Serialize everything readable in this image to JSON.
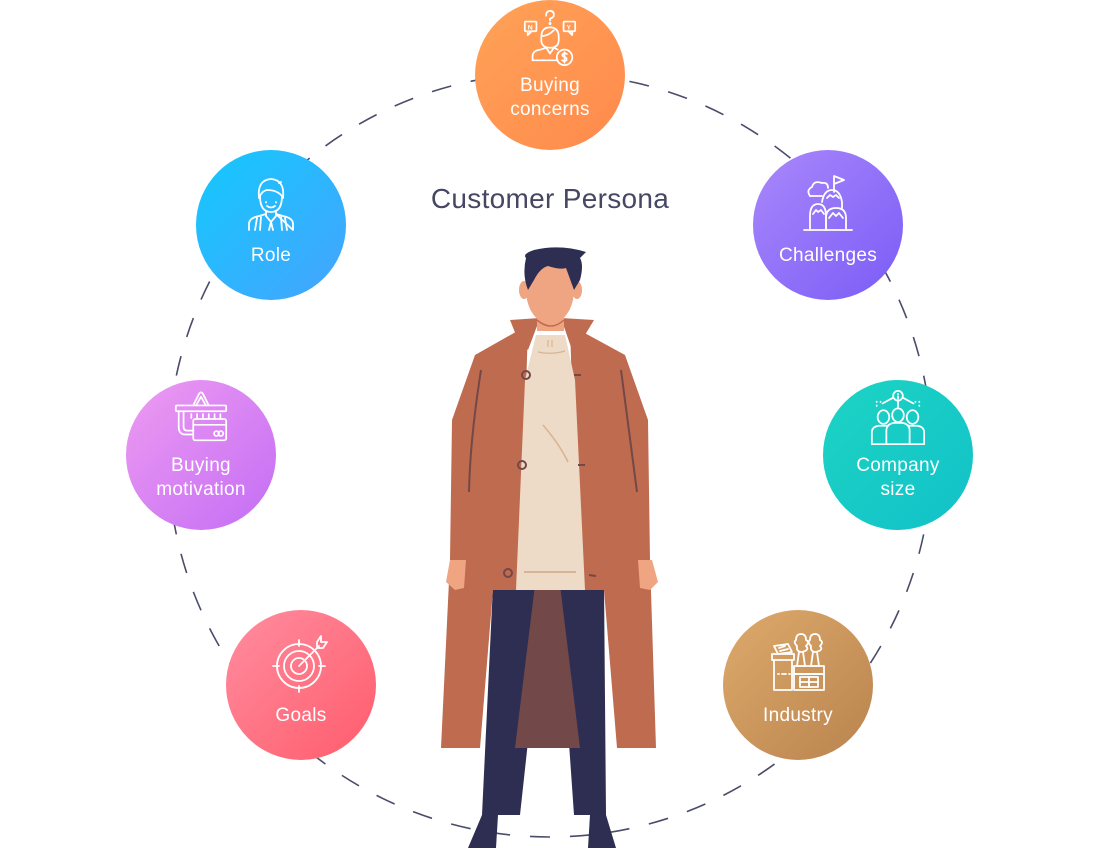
{
  "diagram": {
    "title": "Customer Persona",
    "center_figure": "person-in-long-coat",
    "colors": {
      "title_text": "#454763",
      "connector": "#4a4c6a",
      "coat": "#bf6b4f",
      "coat_lining": "#734848",
      "shirt": "#eedbc7",
      "skin": "#efa482",
      "hair_and_pants": "#2e2e52"
    },
    "nodes": [
      {
        "id": "buying-concerns",
        "label": "Buying concerns",
        "label_lines": [
          "Buying",
          "concerns"
        ],
        "icon": "buyer-question-dollar-icon",
        "color_from": "#ffa257",
        "color_to": "#ff8a4c"
      },
      {
        "id": "role",
        "label": "Role",
        "label_lines": [
          "Role"
        ],
        "icon": "person-bust-icon",
        "color_from": "#13c9fd",
        "color_to": "#46a3fe"
      },
      {
        "id": "challenges",
        "label": "Challenges",
        "label_lines": [
          "Challenges"
        ],
        "icon": "mountain-flag-icon",
        "color_from": "#aa88fb",
        "color_to": "#7a5cf6"
      },
      {
        "id": "buying-motivation",
        "label": "Buying motivation",
        "label_lines": [
          "Buying",
          "motivation"
        ],
        "icon": "basket-credit-card-icon",
        "color_from": "#ee9bf2",
        "color_to": "#c36df4"
      },
      {
        "id": "company-size",
        "label": "Company size",
        "label_lines": [
          "Company",
          "size"
        ],
        "icon": "team-group-icon",
        "color_from": "#1dd4c3",
        "color_to": "#12c1c9"
      },
      {
        "id": "goals",
        "label": "Goals",
        "label_lines": [
          "Goals"
        ],
        "icon": "target-arrow-icon",
        "color_from": "#ff8da0",
        "color_to": "#ff5c6b"
      },
      {
        "id": "industry",
        "label": "Industry",
        "label_lines": [
          "Industry"
        ],
        "icon": "factory-icon",
        "color_from": "#deaa6b",
        "color_to": "#b9834e"
      }
    ]
  }
}
